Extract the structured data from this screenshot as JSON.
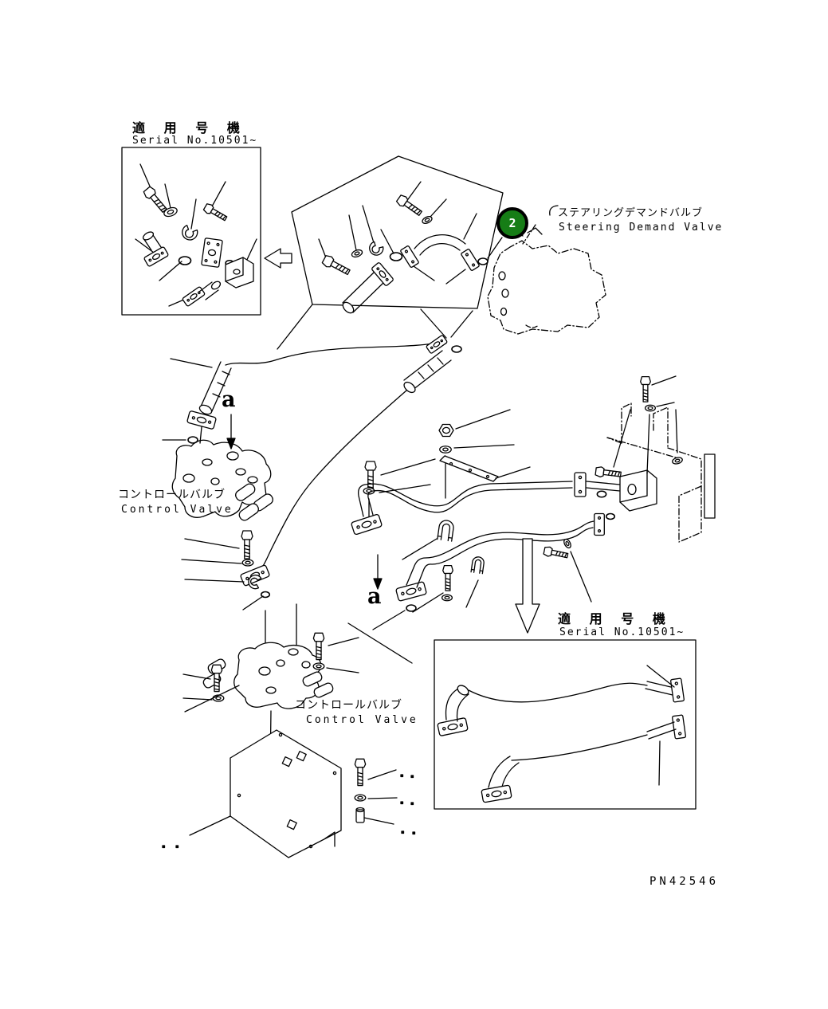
{
  "page": {
    "background": "#ffffff",
    "line_color": "#000000"
  },
  "annotations": {
    "serial_note_top": {
      "jp": "適 用 号 機",
      "en": "Serial No.10501~"
    },
    "steering_demand_valve": {
      "jp": "ステアリングデマンドバルブ",
      "en": "Steering Demand Valve"
    },
    "control_valve_upper": {
      "jp": "コントロールバルブ",
      "en": "Control Valve"
    },
    "control_valve_lower": {
      "jp": "コントロールバルブ",
      "en": "Control Valve"
    },
    "serial_note_bottom": {
      "jp": "適 用 号 機",
      "en": "Serial No.10501~"
    },
    "section_marker_upper": "a",
    "section_marker_lower": "a",
    "part_number": "PN42546",
    "callout_2": {
      "number": "2",
      "fill": "#167d16",
      "ring": "#000000",
      "text_color": "#ffffff"
    }
  }
}
